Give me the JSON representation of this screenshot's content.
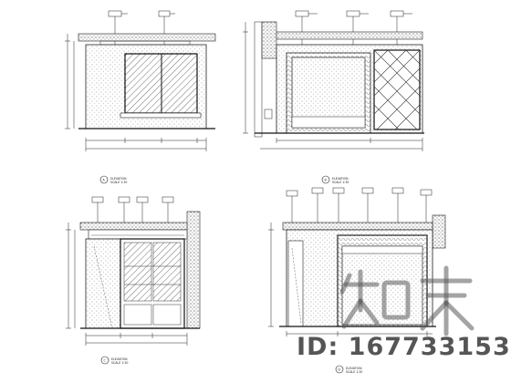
{
  "drawing": {
    "views": [
      {
        "id": "elevation-a",
        "view_number": "A",
        "caption": "ELEVATION",
        "caption_scale": "SCALE 1:30"
      },
      {
        "id": "elevation-b",
        "view_number": "B",
        "caption": "ELEVATION",
        "caption_scale": "SCALE 1:30"
      },
      {
        "id": "elevation-c",
        "view_number": "C",
        "caption": "ELEVATION",
        "caption_scale": "SCALE 1:30"
      },
      {
        "id": "elevation-d",
        "view_number": "D",
        "caption": "ELEVATION",
        "caption_scale": "SCALE 1:30"
      }
    ]
  },
  "watermark": {
    "id_text": "ID: 167733153",
    "logo_text": "知末"
  }
}
